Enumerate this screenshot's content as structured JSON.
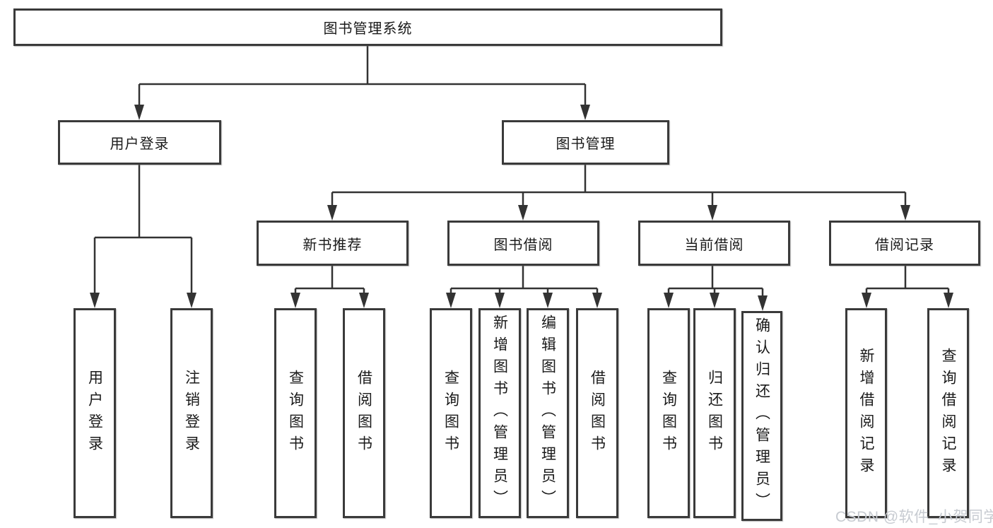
{
  "colors": {
    "line": "#333333",
    "border": "#3a3a3a",
    "text": "#1a1a1a",
    "watermark": "#c7cbd1"
  },
  "watermark": "CSDN @软件_小贺同学",
  "tree": {
    "root": "图书管理系统",
    "branches": [
      {
        "label": "用户登录",
        "leaves": [
          "用户登录",
          "注销登录"
        ]
      },
      {
        "label": "图书管理",
        "groups": [
          {
            "label": "新书推荐",
            "leaves": [
              "查询图书",
              "借阅图书"
            ]
          },
          {
            "label": "图书借阅",
            "leaves": [
              "查询图书",
              "新增图书（管理员）",
              "编辑图书（管理员）",
              "借阅图书"
            ]
          },
          {
            "label": "当前借阅",
            "leaves": [
              "查询图书",
              "归还图书",
              "确认归还（管理员）"
            ]
          },
          {
            "label": "借阅记录",
            "leaves": [
              "新增借阅记录",
              "查询借阅记录"
            ]
          }
        ]
      }
    ]
  }
}
